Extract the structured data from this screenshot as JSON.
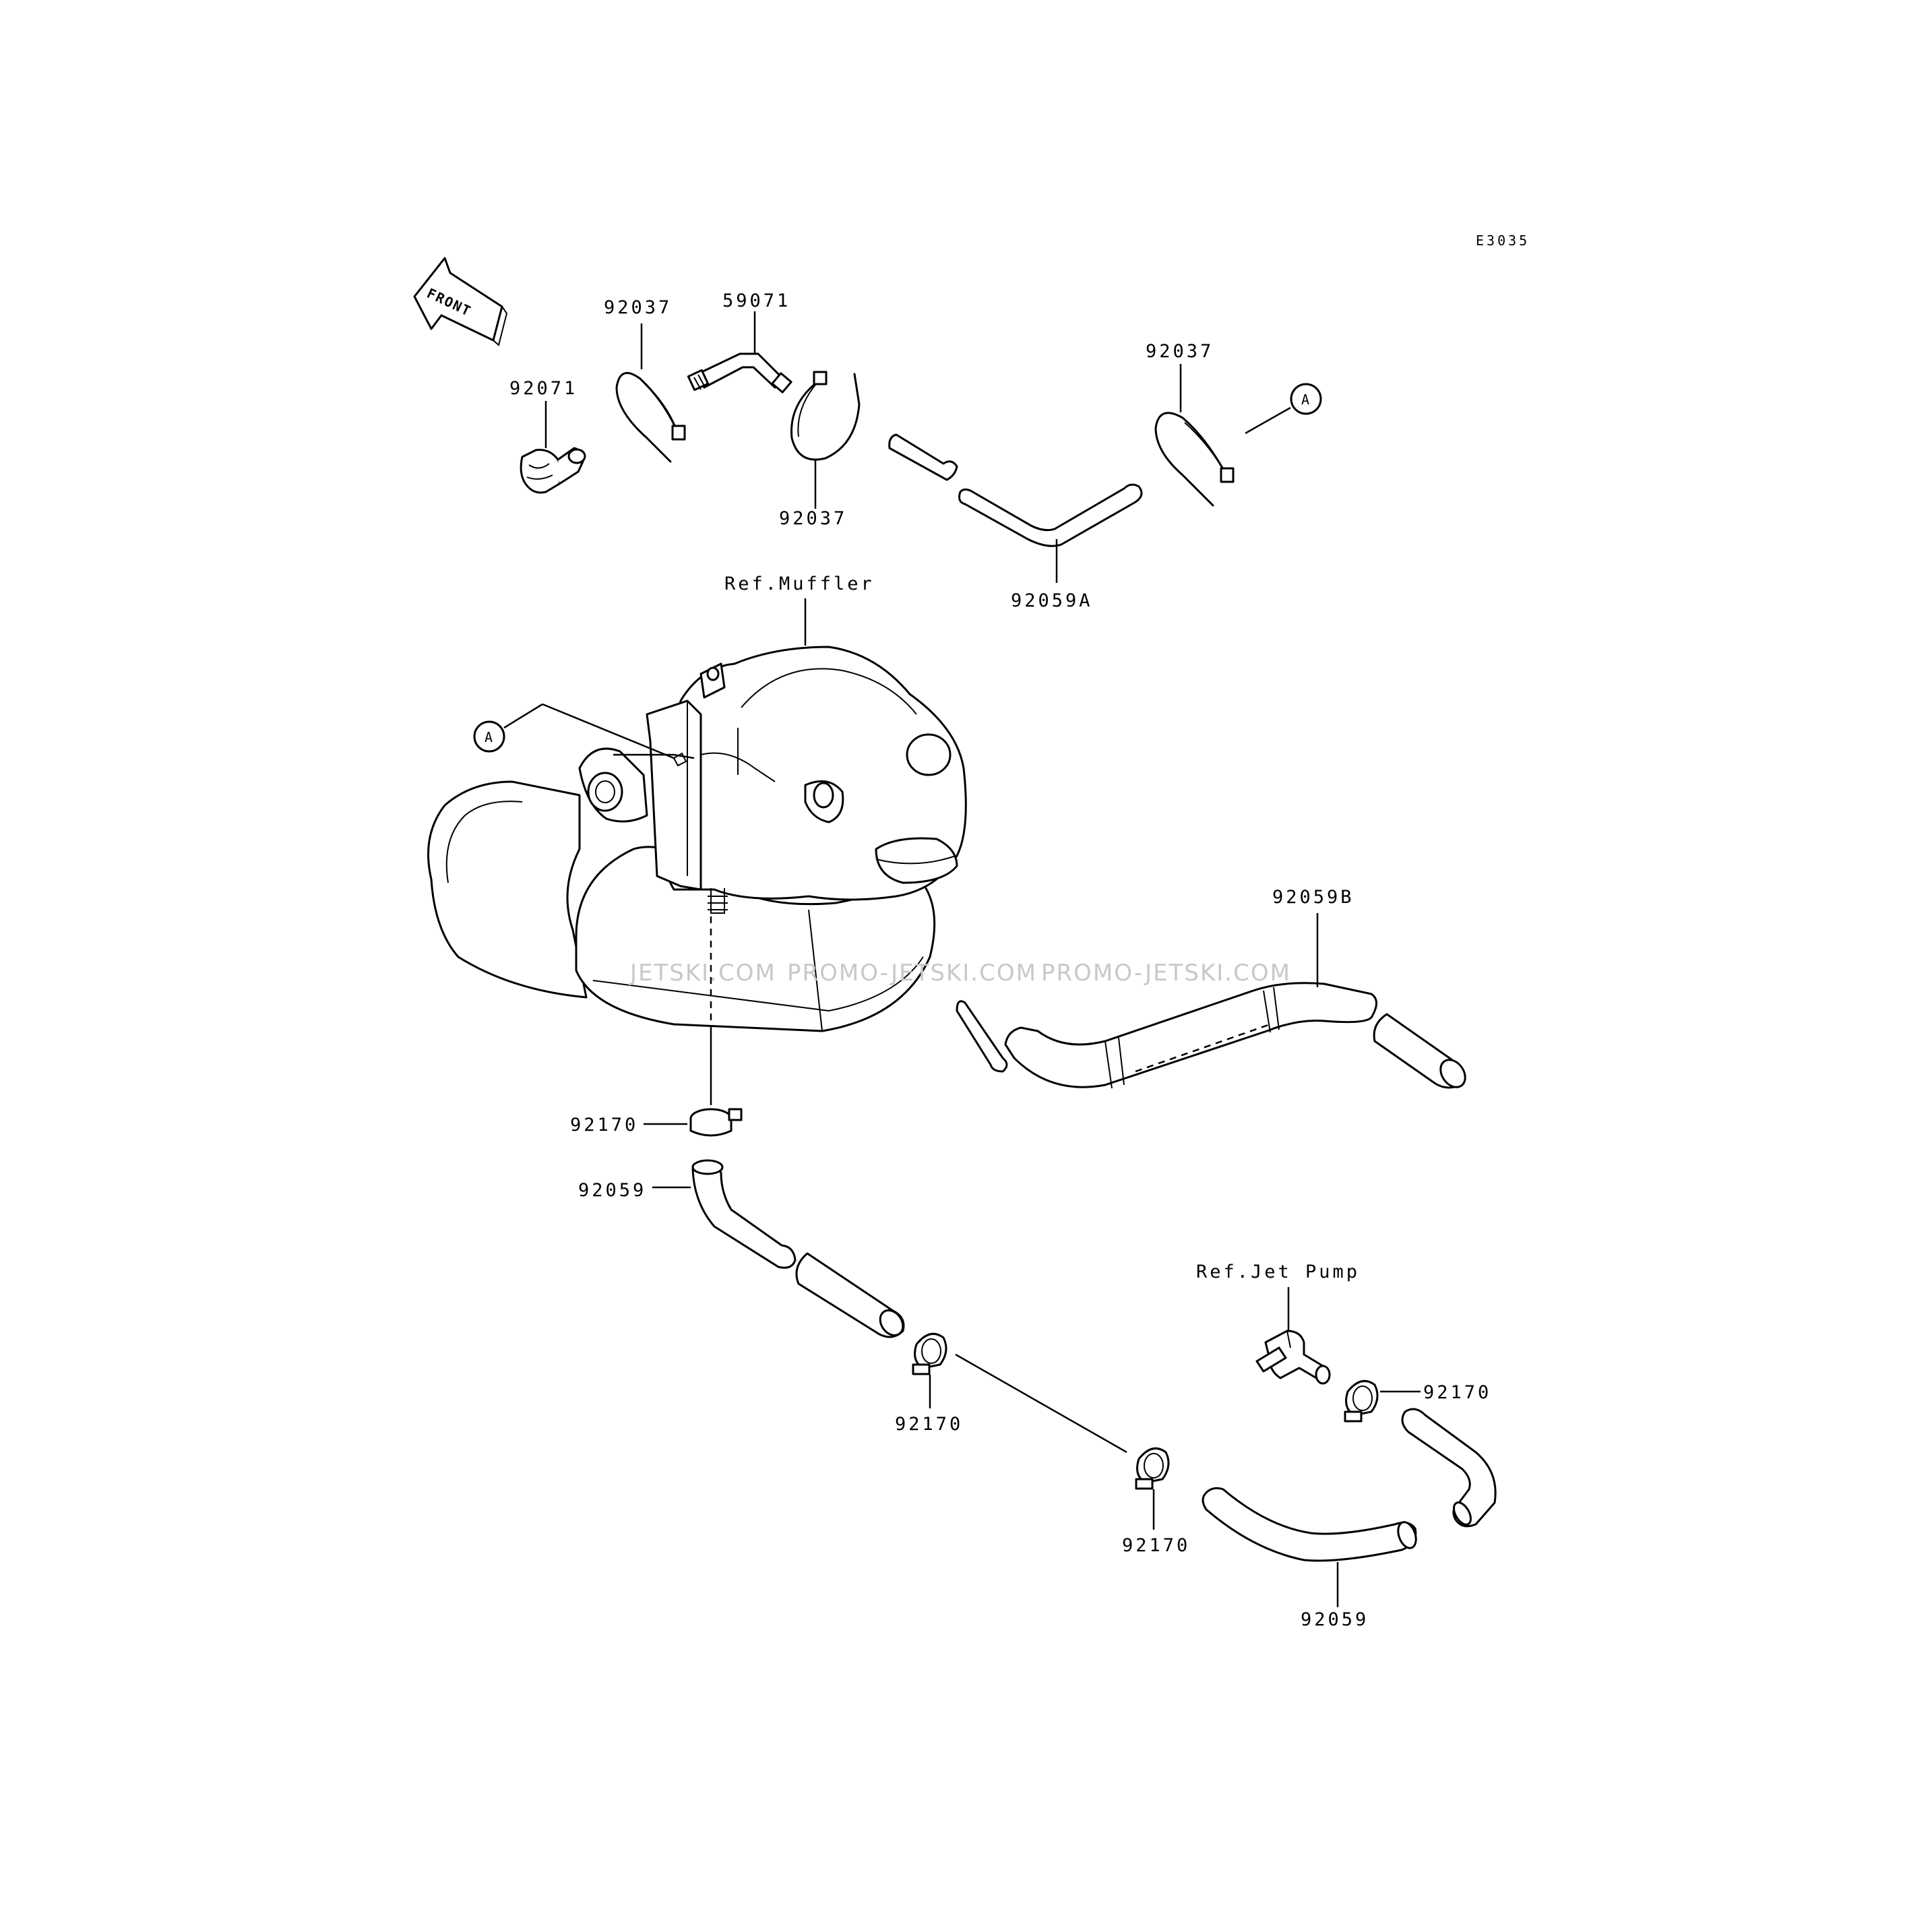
{
  "diagram_code": "E3035",
  "front_arrow_label": "FRONT",
  "reference_labels": {
    "muffler": "Ref.Muffler",
    "jet_pump": "Ref.Jet Pump"
  },
  "connector_marker": "A",
  "parts": {
    "p92071": "92071",
    "p92037_left": "92037",
    "p59071": "59071",
    "p92037_lower": "92037",
    "p92037_right": "92037",
    "p92059A": "92059A",
    "p92059B": "92059B",
    "p92170_muffler": "92170",
    "p92059_upper": "92059",
    "p92170_mid": "92170",
    "p92170_lower": "92170",
    "p92170_right": "92170",
    "p92059_lower": "92059"
  },
  "watermarks": [
    "JETSKI.COM",
    "PROMO-JETSKI.COM",
    "PROMO-JETSKI.COM"
  ]
}
